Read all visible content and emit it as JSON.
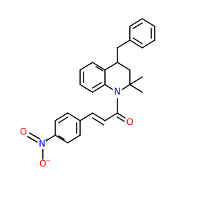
{
  "molecule": {
    "atoms": {
      "N1": {
        "symbol": "N",
        "color": "#0000ff"
      },
      "O_carbonyl": {
        "symbol": "O",
        "color": "#ff0000"
      },
      "N_nitro": {
        "symbol": "N",
        "color": "#0000ff",
        "charge": "+"
      },
      "O_nitro_top": {
        "symbol": "O",
        "color": "#ff0000"
      },
      "O_nitro_bottom": {
        "symbol": "O",
        "color": "#ff0000",
        "charge": "−"
      }
    },
    "bond_color": "#000000"
  }
}
